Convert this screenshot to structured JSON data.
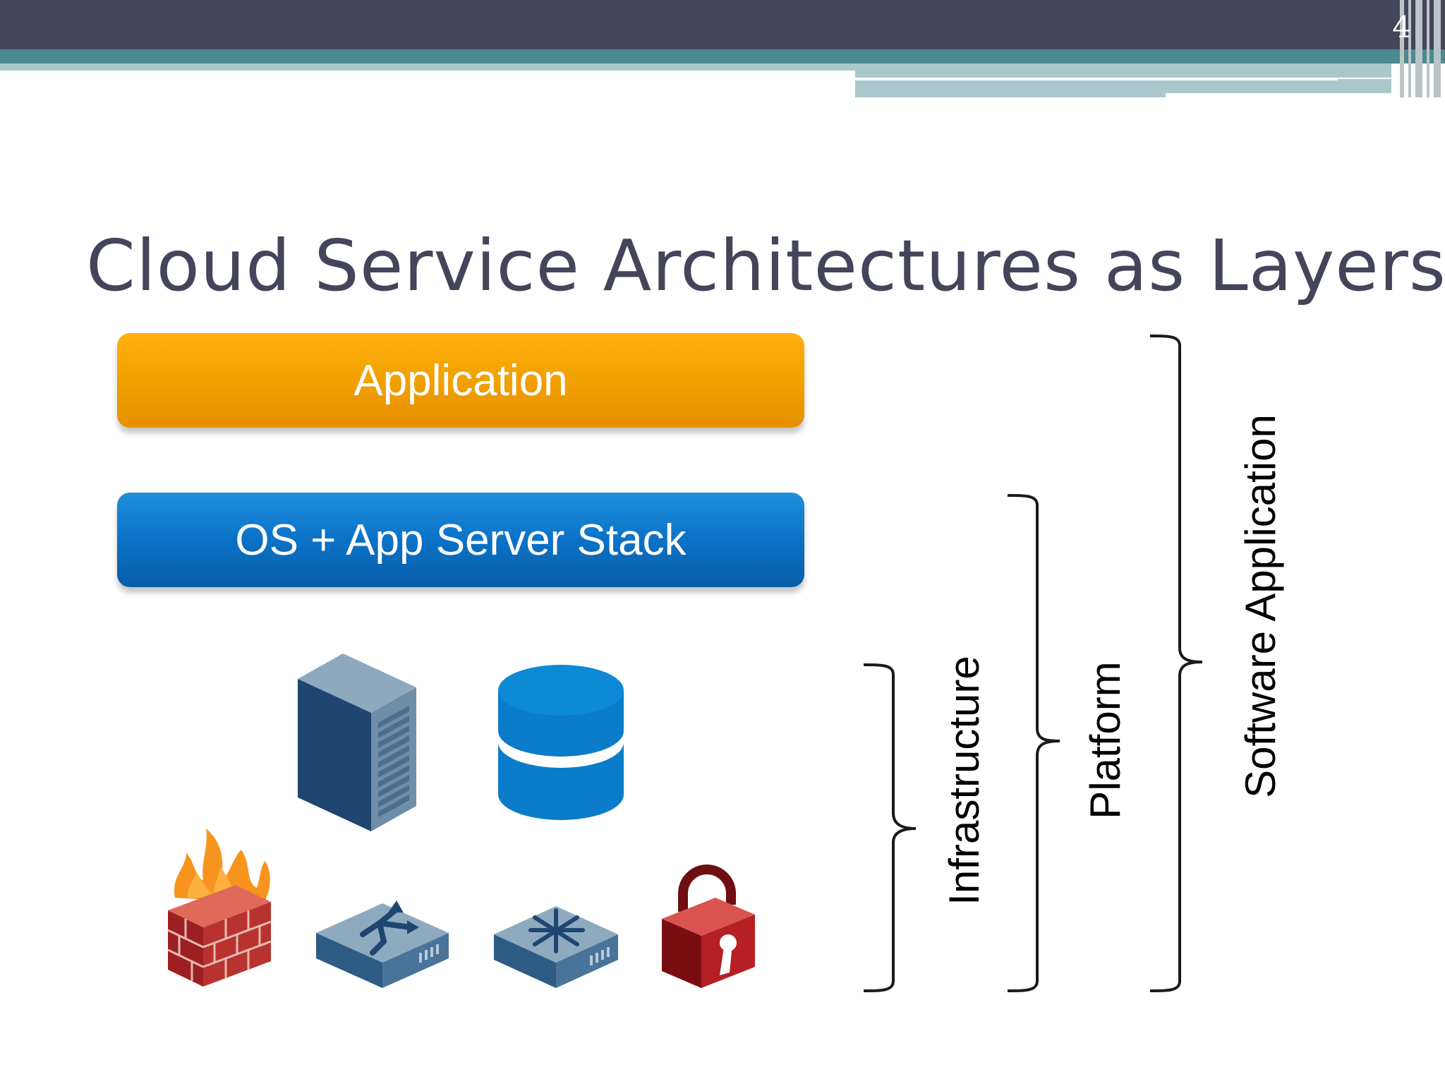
{
  "slide": {
    "number": "4",
    "title": "Cloud Service Architectures as Layers"
  },
  "layers": {
    "application_label": "Application",
    "os_stack_label": "OS + App Server Stack"
  },
  "icons": [
    "server-icon",
    "database-icon",
    "firewall-icon",
    "router-icon",
    "switch-icon",
    "lock-icon"
  ],
  "braces": {
    "infrastructure": "Infrastructure",
    "platform": "Platform",
    "software_application": "Software Application"
  },
  "colors": {
    "header": "#44455a",
    "accent_teal": "#4b8a8f",
    "application_bar": "#f2a200",
    "os_bar": "#0b72c6"
  }
}
